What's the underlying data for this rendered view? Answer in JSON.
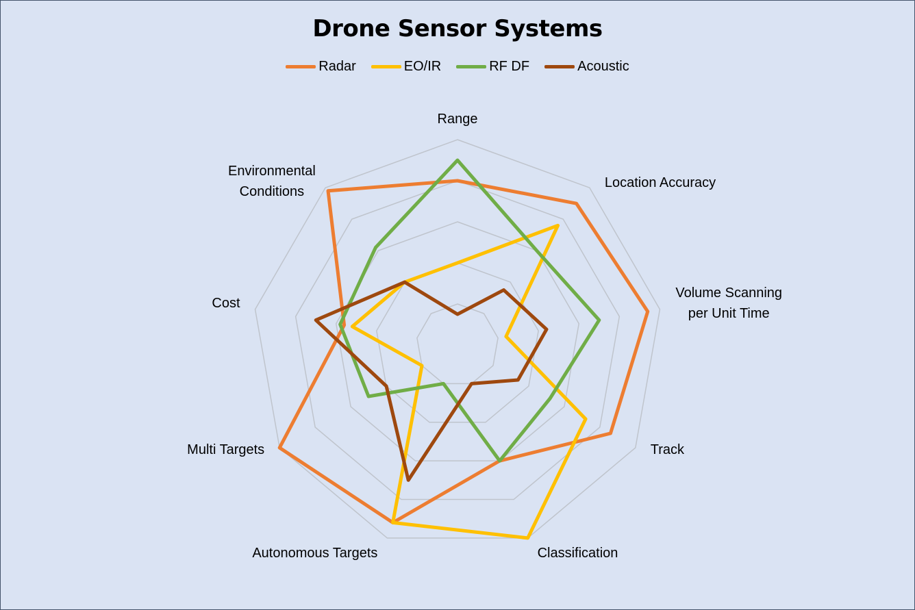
{
  "chart_data": {
    "type": "radar",
    "title": "Drone Sensor Systems",
    "axes": [
      {
        "label": [
          "Range"
        ]
      },
      {
        "label": [
          "Location Accuracy"
        ]
      },
      {
        "label": [
          "Volume Scanning",
          "per Unit Time"
        ]
      },
      {
        "label": [
          "Track"
        ]
      },
      {
        "label": [
          "Classification"
        ]
      },
      {
        "label": [
          "Autonomous Targets"
        ]
      },
      {
        "label": [
          "Multi Targets"
        ]
      },
      {
        "label": [
          "Cost"
        ]
      },
      {
        "label": [
          "Environmental",
          "Conditions"
        ]
      }
    ],
    "rmax": 5,
    "grid_levels": 5,
    "legend_position": "top",
    "series": [
      {
        "name": "Radar",
        "color": "#ed7d31",
        "values": [
          4.0,
          4.5,
          4.7,
          4.3,
          3.0,
          4.6,
          5.0,
          2.8,
          4.9
        ]
      },
      {
        "name": "EO/IR",
        "color": "#ffc000",
        "values": [
          2.0,
          3.8,
          1.2,
          3.6,
          5.0,
          4.6,
          1.0,
          2.6,
          2.0
        ]
      },
      {
        "name": "RF DF",
        "color": "#70ad47",
        "values": [
          4.5,
          3.0,
          3.5,
          2.6,
          3.0,
          1.0,
          2.5,
          2.9,
          3.1
        ]
      },
      {
        "name": "Acoustic",
        "color": "#9e480e",
        "values": [
          0.75,
          1.75,
          2.2,
          1.7,
          1.0,
          3.5,
          2.0,
          3.5,
          2.0
        ]
      }
    ]
  }
}
